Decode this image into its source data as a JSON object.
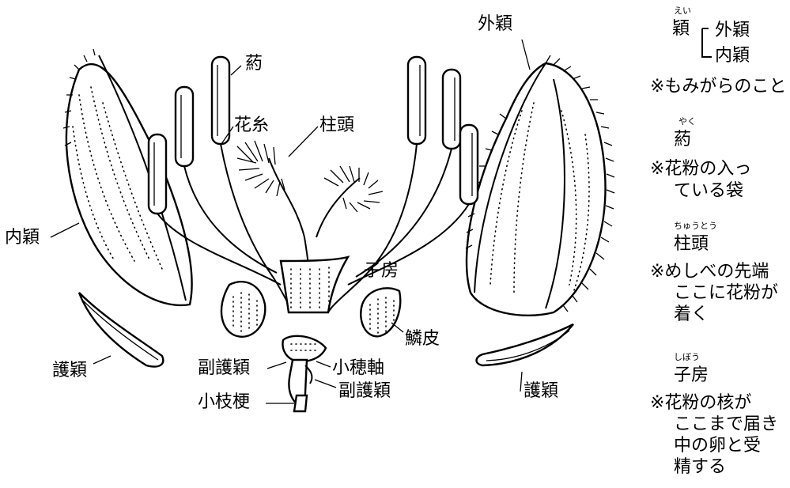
{
  "labels": {
    "gaiei_top": "外穎",
    "yaku": "葯",
    "kashi": "花糸",
    "chuto": "柱頭",
    "naiei": "内穎",
    "shibo": "子房",
    "rinpi": "鱗皮",
    "goei_left": "護穎",
    "fukugoei_left": "副護穎",
    "shosuijiku": "小穂軸",
    "fukugoei_right": "副護穎",
    "shoshiko": "小枝梗",
    "goei_right": "護穎"
  },
  "glossary": [
    {
      "ruby": "えい",
      "term": "穎",
      "items": [
        "外穎",
        "内穎"
      ],
      "note": [
        "※もみがらのこと"
      ]
    },
    {
      "ruby": "やく",
      "term": "葯",
      "note": [
        "※花粉の入っ",
        "ている袋"
      ]
    },
    {
      "ruby": "ちゅうとう",
      "term": "柱頭",
      "note": [
        "※めしべの先端",
        "ここに花粉が",
        "着く"
      ]
    },
    {
      "ruby": "しぼう",
      "term": "子房",
      "note": [
        "※花粉の核が",
        "ここまで届き",
        "中の卵と受",
        "精する"
      ]
    }
  ]
}
